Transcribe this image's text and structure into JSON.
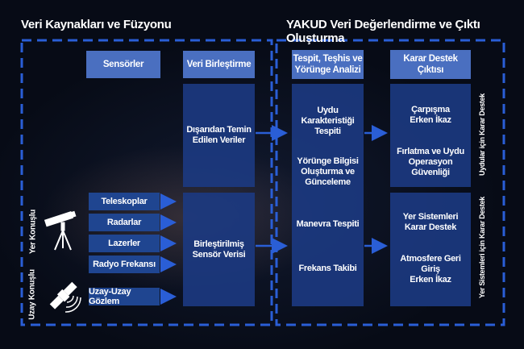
{
  "titles": {
    "left": "Veri Kaynakları ve Füzyonu",
    "right": "YAKUD Veri Değerlendirme ve Çıktı Oluşturma"
  },
  "headers": {
    "sensors": "Sensörler",
    "fusion": "Veri Birleştirme",
    "analysis": "Tespit, Teşhis ve\nYörünge Analizi",
    "output": "Karar Destek Çıktısı"
  },
  "fusion": {
    "external": "Dışarıdan Temin\nEdilen Veriler",
    "combined": "Birleştirilmiş\nSensör Verisi"
  },
  "sensors": [
    "Teleskoplar",
    "Radarlar",
    "Lazerler",
    "Radyo Frekansı",
    "Uzay-Uzay Gözlem"
  ],
  "side_labels": {
    "ground": "Yer Konuşlu",
    "space": "Uzay Konuşlu"
  },
  "analysis": [
    "Uydu\nKarakteristiği\nTespiti",
    "Yörünge Bilgisi\nOluşturma ve\nGünceleme",
    "Manevra Tespiti",
    "Frekans Takibi"
  ],
  "outputs": {
    "satellite": [
      "Çarpışma\nErken İkaz",
      "Fırlatma ve Uydu\nOperasyon Güvenliği"
    ],
    "ground": [
      "Yer Sistemleri\nKarar Destek",
      "Atmosfere Geri Giriş\nErken İkaz"
    ]
  },
  "output_labels": {
    "satellite": "Uydular için Karar Destek",
    "ground": "Yer Sistemleri için Karar Destek"
  },
  "colors": {
    "dash": "#2a5ed6",
    "header": "#4a6fc0",
    "box": "#1c3a82",
    "arrow": "#2a5ed6"
  }
}
